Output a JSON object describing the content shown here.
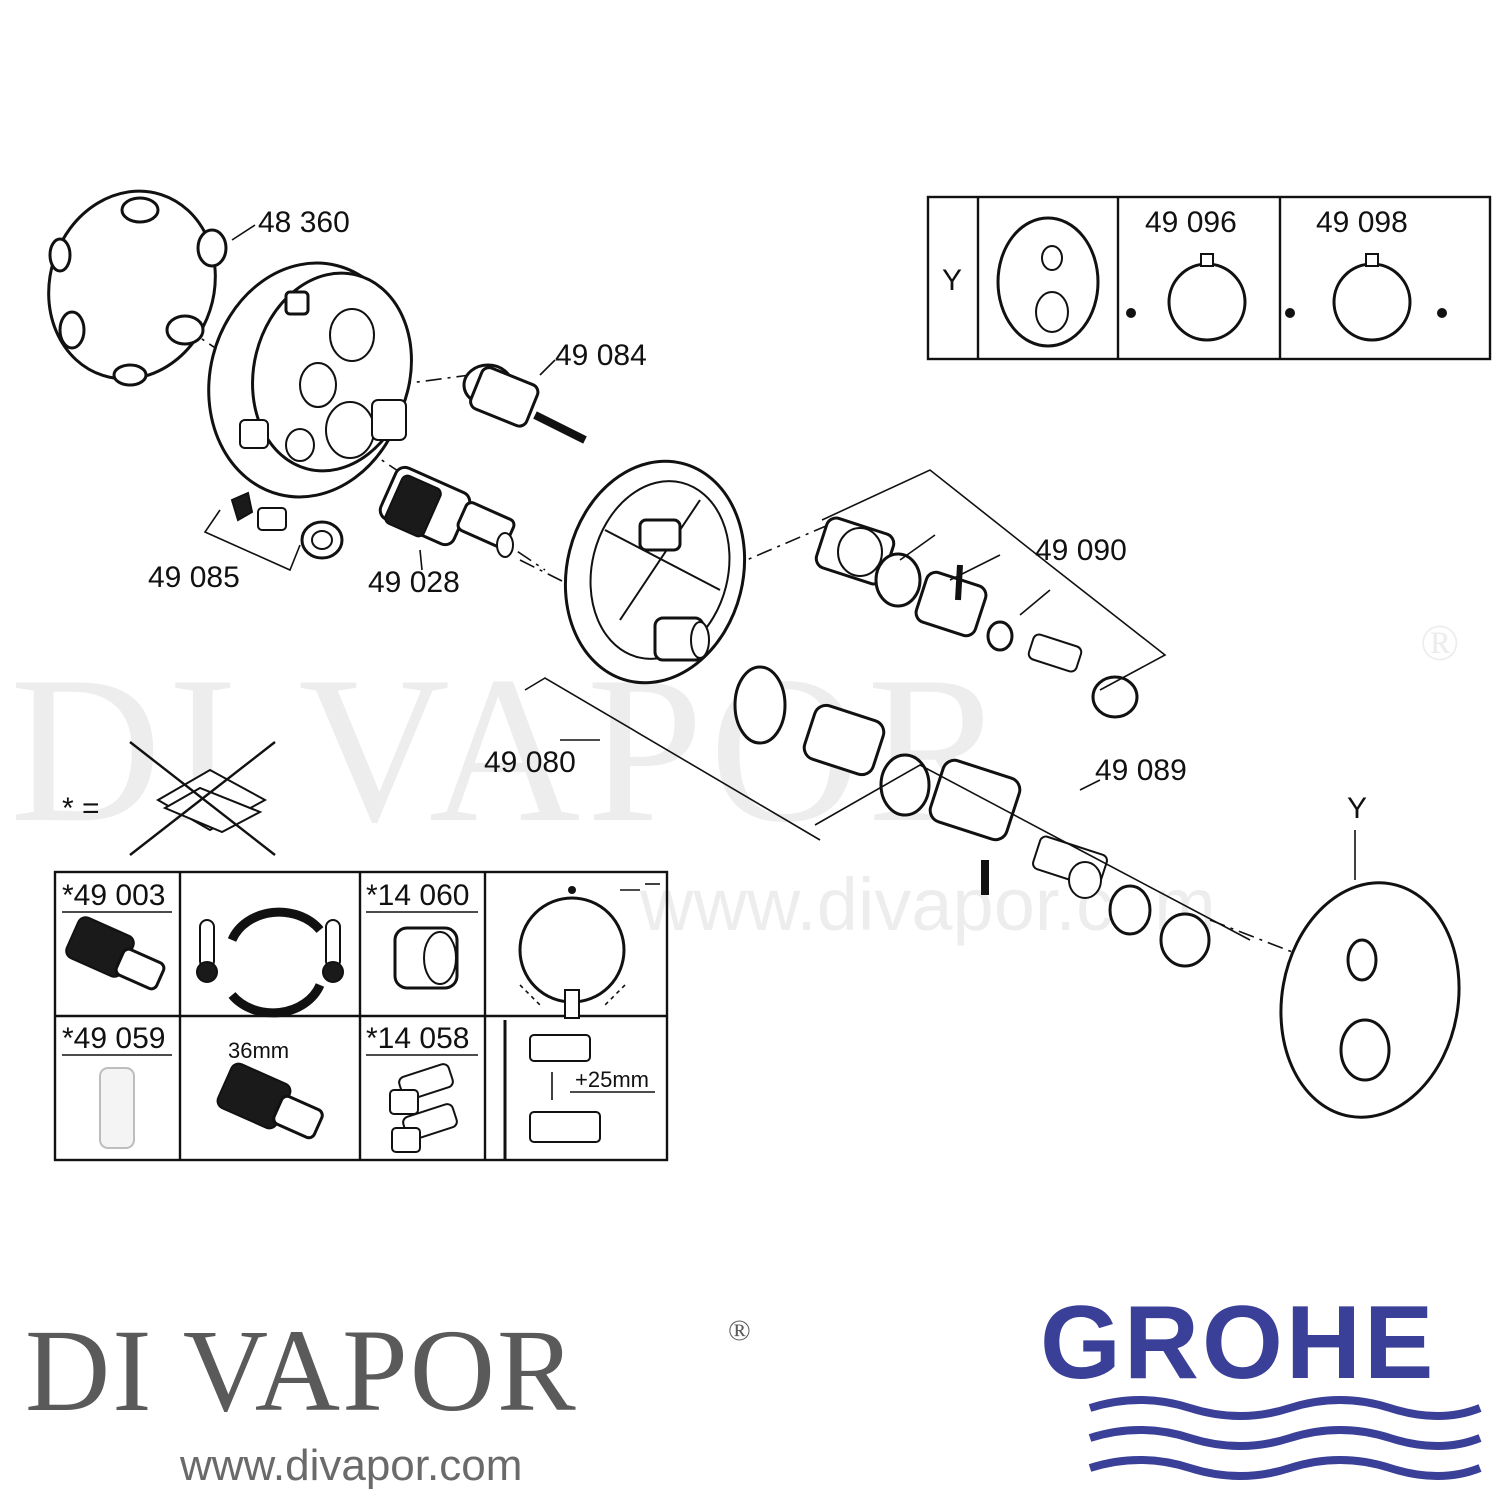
{
  "watermark": {
    "text": "DI VAPOR",
    "registered": "®",
    "url": "www.divapor.com"
  },
  "labels": {
    "ring_seal": "48 360",
    "cartridge_small": "49 084",
    "check_valve": "49 085",
    "thermo_cartridge": "49 028",
    "extension_set_upper": "49 090",
    "extension_set_lower": "49 089",
    "mounting_plate": "49 080",
    "escutcheon_ref": "Y"
  },
  "legend_top": {
    "row_label": "Y",
    "codes": [
      "49 096",
      "49 098"
    ]
  },
  "not_supplied_note": {
    "symbol": "* ="
  },
  "spares_table": {
    "rows": [
      [
        {
          "code": "*49 003"
        },
        {
          "kind": "icon"
        },
        {
          "code": "*14 060"
        },
        {
          "kind": "dial"
        }
      ],
      [
        {
          "code": "*49 059"
        },
        {
          "text": "36mm"
        },
        {
          "code": "*14 058"
        },
        {
          "text": "+25mm"
        }
      ]
    ]
  },
  "brand": {
    "name": "DI VAPOR",
    "registered": "®",
    "url": "www.divapor.com"
  },
  "grohe": {
    "name": "GROHE",
    "color": "#3a3f97"
  }
}
